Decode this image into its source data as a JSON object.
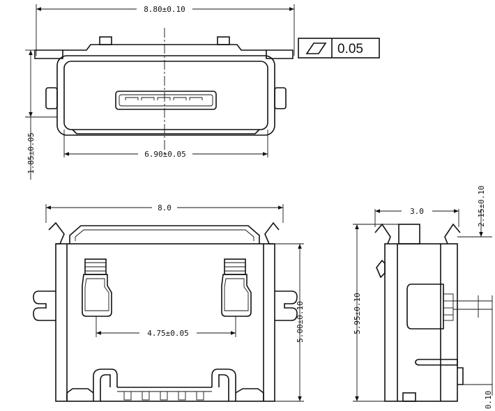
{
  "front_view": {
    "overall_width": "8.80±0.10",
    "body_width": "6.90±0.05",
    "height": "1.85±0.05",
    "flatness_symbol": "flatness-icon",
    "flatness_value": "0.05"
  },
  "top_view": {
    "overall_width": "8.0",
    "pad_pitch": "4.75±0.05",
    "depth": "5.00±0.10"
  },
  "side_view": {
    "width": "3.0",
    "tab_offset": "2.15±0.10",
    "length": "5.95±0.10",
    "pin_offset": "0.10"
  },
  "colors": {
    "line": "#111111",
    "background": "#ffffff"
  }
}
